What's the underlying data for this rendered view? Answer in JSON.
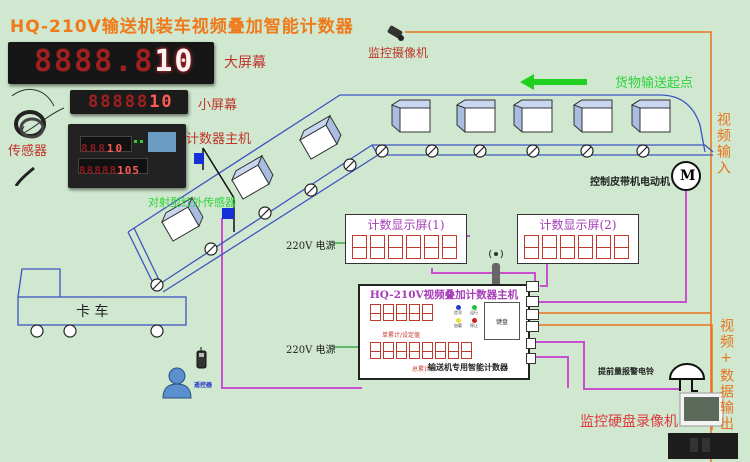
{
  "title": "HQ-210V输送机装车视频叠加智能计数器",
  "big_screen": {
    "label": "大屏幕",
    "dim_digits": "8888.8",
    "lit_digits": "10"
  },
  "small_screen": {
    "label": "小屏幕",
    "dim_digits": "88888",
    "lit_digits": "10"
  },
  "sensor": {
    "label": "传感器"
  },
  "counter_device": {
    "label": "计数器主机",
    "top_value": "10",
    "bottom_value": "105",
    "dim_top": "888",
    "dim_bottom": "88888"
  },
  "ir_sensor": {
    "label": "对射型红外传感器"
  },
  "camera": {
    "label": "监控摄像机"
  },
  "cargo_start": {
    "label": "货物输送起点"
  },
  "video_input": {
    "label": "视频输入"
  },
  "motor": {
    "label": "控制皮带机电动机",
    "symbol": "M"
  },
  "display1": {
    "title": "计数显示屏(1)",
    "digits": 6
  },
  "display2": {
    "title": "计数显示屏(2)",
    "digits": 6
  },
  "power1": {
    "label": "220V 电源"
  },
  "power2": {
    "label": "220V 电源"
  },
  "host": {
    "title": "HQ-210V视频叠加计数器主机",
    "single_label": "单累计/设定值",
    "total_label": "总累计",
    "keyboard_label": "键盘",
    "footer": "输送机专用智能计数器",
    "indicators": [
      {
        "label": "信号",
        "color": "#1f3fd6"
      },
      {
        "label": "运行",
        "color": "#22c13a"
      },
      {
        "label": "加载",
        "color": "#e8e03a"
      },
      {
        "label": "停止",
        "color": "#c91f1f"
      }
    ]
  },
  "truck": {
    "label": "卡 车"
  },
  "remote": {
    "label": "遥控器"
  },
  "alarm": {
    "label": "提前量报警电铃"
  },
  "video_data_output": {
    "label": "视频+数据输出"
  },
  "dvr": {
    "label": "监控硬盘录像机"
  }
}
